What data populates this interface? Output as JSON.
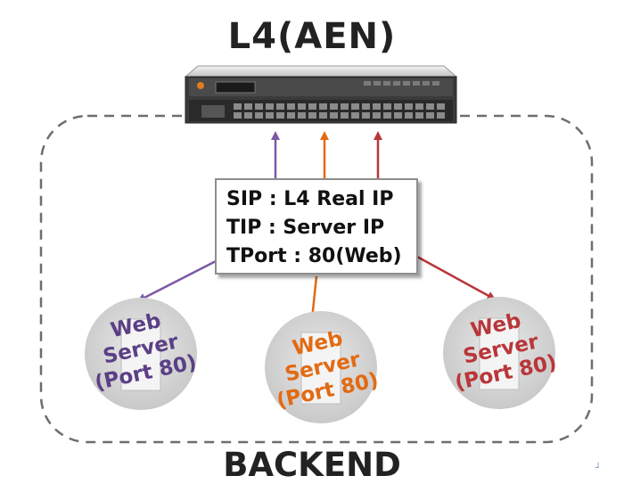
{
  "title": "L4(AEN)",
  "footer": "BACKEND",
  "info_box": {
    "lines": [
      "SIP : L4 Real IP",
      "TIP : Server IP",
      "TPort : 80(Web)"
    ]
  },
  "servers": [
    {
      "line1": "Web",
      "line2": "Server",
      "line3": "(Port 80)",
      "color": "#5b3f86"
    },
    {
      "line1": "Web",
      "line2": "Server",
      "line3": "(Port 80)",
      "color": "#e26a12"
    },
    {
      "line1": "Web",
      "line2": "Server",
      "line3": "(Port 80)",
      "color": "#b8363a"
    }
  ],
  "colors": {
    "purple": "#7b5aa6",
    "orange": "#e26a12",
    "red": "#b8363a",
    "dashed_border": "#6e6e6e",
    "device": "#2b2b2b"
  },
  "watermark": "┘"
}
